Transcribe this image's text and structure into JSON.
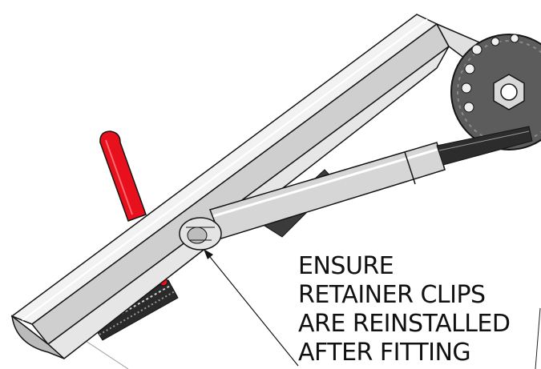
{
  "callout": {
    "lines": [
      "ENSURE",
      "RETAINER CLIPS",
      "ARE REINSTALLED",
      "AFTER FITTING"
    ]
  },
  "colors": {
    "handle": "#e8101c",
    "metal_light": "#e8e8e8",
    "metal_mid": "#bcbcbc",
    "metal_dark": "#7a7a7a",
    "outline": "#151515"
  }
}
